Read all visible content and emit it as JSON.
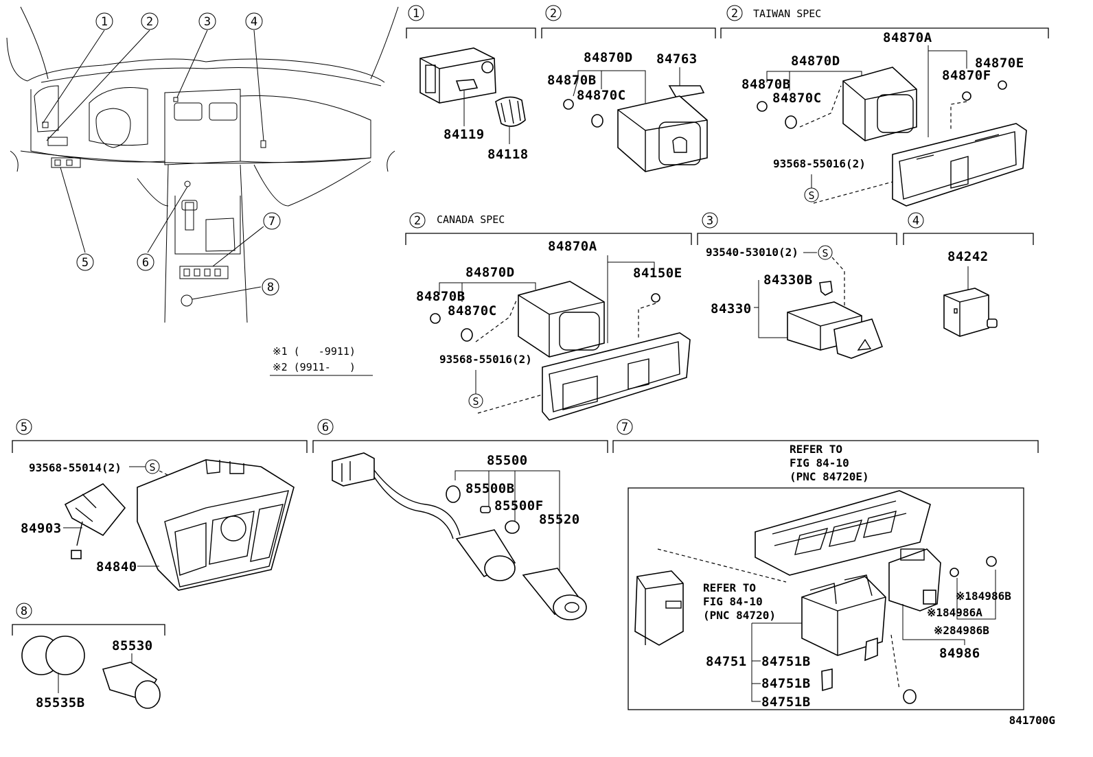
{
  "callouts": [
    "1",
    "2",
    "3",
    "4",
    "5",
    "6",
    "7",
    "8"
  ],
  "legend": {
    "line1": "※1 (   -9911)",
    "line2": "※2 (9911-   )"
  },
  "sections": {
    "s1": {
      "num": "1",
      "parts": [
        "84119",
        "84118"
      ]
    },
    "s2": {
      "num": "2",
      "parts": [
        "84870D",
        "84763",
        "84870B",
        "84870C"
      ]
    },
    "s2t": {
      "num": "2",
      "label": "TAIWAN SPEC",
      "parts": [
        "84870A",
        "84870D",
        "84870E",
        "84870B",
        "84870F",
        "84870C",
        "93568-55016(2)"
      ],
      "screw": "S"
    },
    "s2c": {
      "num": "2",
      "label": "CANADA SPEC",
      "parts": [
        "84870A",
        "84870D",
        "84150E",
        "84870B",
        "84870C",
        "93568-55016(2)"
      ],
      "screw": "S"
    },
    "s3": {
      "num": "3",
      "parts": [
        "93540-53010(2)",
        "84330B",
        "84330"
      ],
      "screw": "S"
    },
    "s4": {
      "num": "4",
      "parts": [
        "84242"
      ]
    },
    "s5": {
      "num": "5",
      "parts": [
        "93568-55014(2)",
        "84903",
        "84840"
      ],
      "screw": "S"
    },
    "s6": {
      "num": "6",
      "parts": [
        "85500",
        "85500B",
        "85500F",
        "85520"
      ]
    },
    "s7": {
      "num": "7",
      "refer1": [
        "REFER TO",
        "FIG 84-10",
        "(PNC 84720E)"
      ],
      "refer2": [
        "REFER TO",
        "FIG 84-10",
        "(PNC 84720)"
      ],
      "parts": [
        "※184986B",
        "※184986A",
        "※284986B",
        "84986",
        "84751",
        "84751B",
        "84751B",
        "84751B"
      ]
    },
    "s8": {
      "num": "8",
      "parts": [
        "85530",
        "85535B"
      ]
    }
  },
  "figure_code": "841700G"
}
